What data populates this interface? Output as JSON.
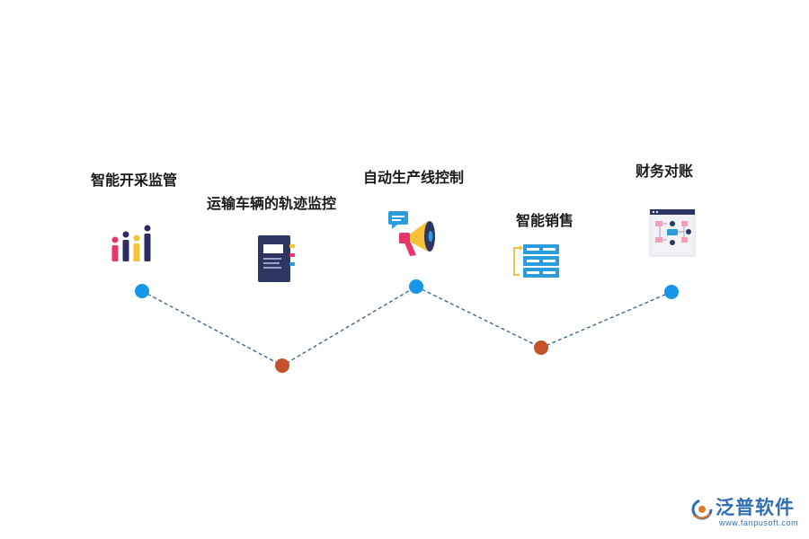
{
  "steps": [
    {
      "label": "智能开采监管",
      "icon": "bar-chart-icon",
      "node_color": "#1696e6"
    },
    {
      "label": "运输车辆的轨迹监控",
      "icon": "notebook-icon",
      "node_color": "#c4522a"
    },
    {
      "label": "自动生产线控制",
      "icon": "megaphone-icon",
      "node_color": "#1696e6"
    },
    {
      "label": "智能销售",
      "icon": "server-rack-icon",
      "node_color": "#1696e6"
    },
    {
      "label": "财务对账",
      "icon": "flowchart-window-icon",
      "node_color": "#c4522a"
    }
  ],
  "colors": {
    "connector": "#2c5f8f",
    "node_blue": "#1696e6",
    "node_orange": "#c4522a",
    "brand": "#2f6eb5"
  },
  "logo": {
    "name": "泛普软件",
    "url": "www.fanpusoft.com"
  }
}
